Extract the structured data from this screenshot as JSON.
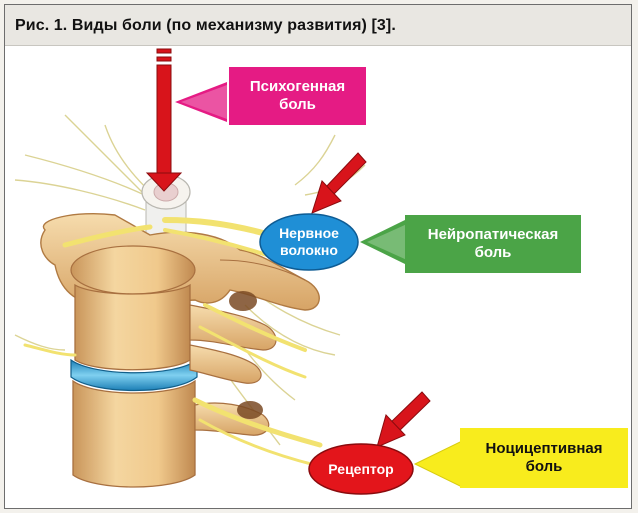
{
  "caption": "Рис. 1. Виды боли (по механизму развития) [3].",
  "labels": {
    "psychogenic": [
      "Психогенная",
      "боль"
    ],
    "neuropathic": [
      "Нейропатическая",
      "боль"
    ],
    "nociceptive": [
      "Ноцицептивная",
      "боль"
    ]
  },
  "ellipses": {
    "nerve_fiber": [
      "Нервное",
      "волокно"
    ],
    "receptor": "Рецептор"
  },
  "colors": {
    "psychogenic_box": "#e51b84",
    "neuropathic_box": "#4ba447",
    "nociceptive_box": "#f8ec1d",
    "nerve_fiber_ellipse": "#1f8fd6",
    "receptor_ellipse": "#e3151b",
    "pointer_arrow": "#d8141b",
    "vertebra": "#f0cc91",
    "intervertebral_disc": "#3aa8dc",
    "nerves": "#f2e270"
  },
  "icons": [
    "spine-illustration",
    "arrow-icon"
  ]
}
